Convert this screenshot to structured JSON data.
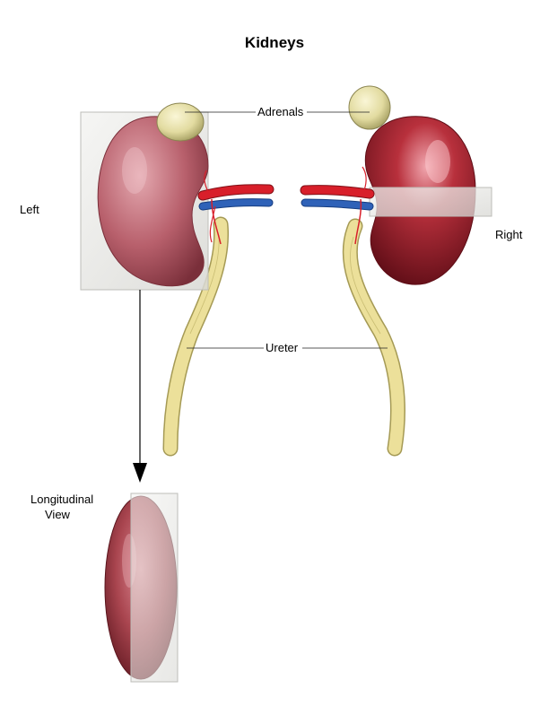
{
  "title": "Kidneys",
  "labels": {
    "adrenals": "Adrenals",
    "left": "Left",
    "right": "Right",
    "ureter": "Ureter",
    "longitudinal_line1": "Longitudinal",
    "longitudinal_line2": "View"
  },
  "colors": {
    "kidney_left": "#b8606c",
    "kidney_right": "#9e1c28",
    "adrenal": "#e2dba0",
    "ureter": "#ece09a",
    "artery": "#d81f2a",
    "vein": "#2f62b8",
    "plane": "#e9e9e6"
  }
}
